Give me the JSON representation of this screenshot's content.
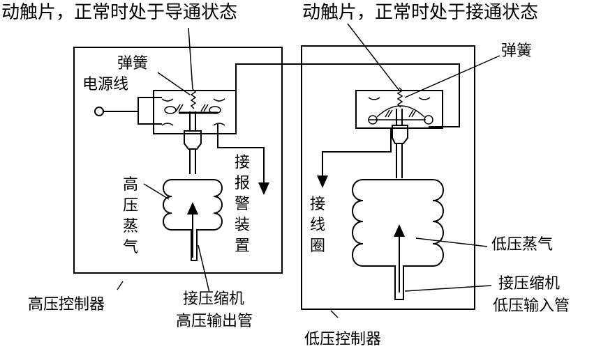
{
  "left": {
    "top_label": "动触片，正常时处于导通状态",
    "spring": "弹簧",
    "power_line": "电源线",
    "gas_chars": [
      "高",
      "压",
      "蒸",
      "气"
    ],
    "alarm_chars": [
      "接",
      "报",
      "警",
      "装",
      "置"
    ],
    "outlet_line1": "接压缩机",
    "outlet_line2": "高压输出管",
    "controller": "高压控制器"
  },
  "right": {
    "top_label": "动触片，正常时处于接通状态",
    "spring": "弹簧",
    "coil_chars": [
      "接",
      "线",
      "圈"
    ],
    "gas": "低压蒸气",
    "inlet_line1": "接压缩机",
    "inlet_line2": "低压输入管",
    "controller": "低压控制器"
  }
}
